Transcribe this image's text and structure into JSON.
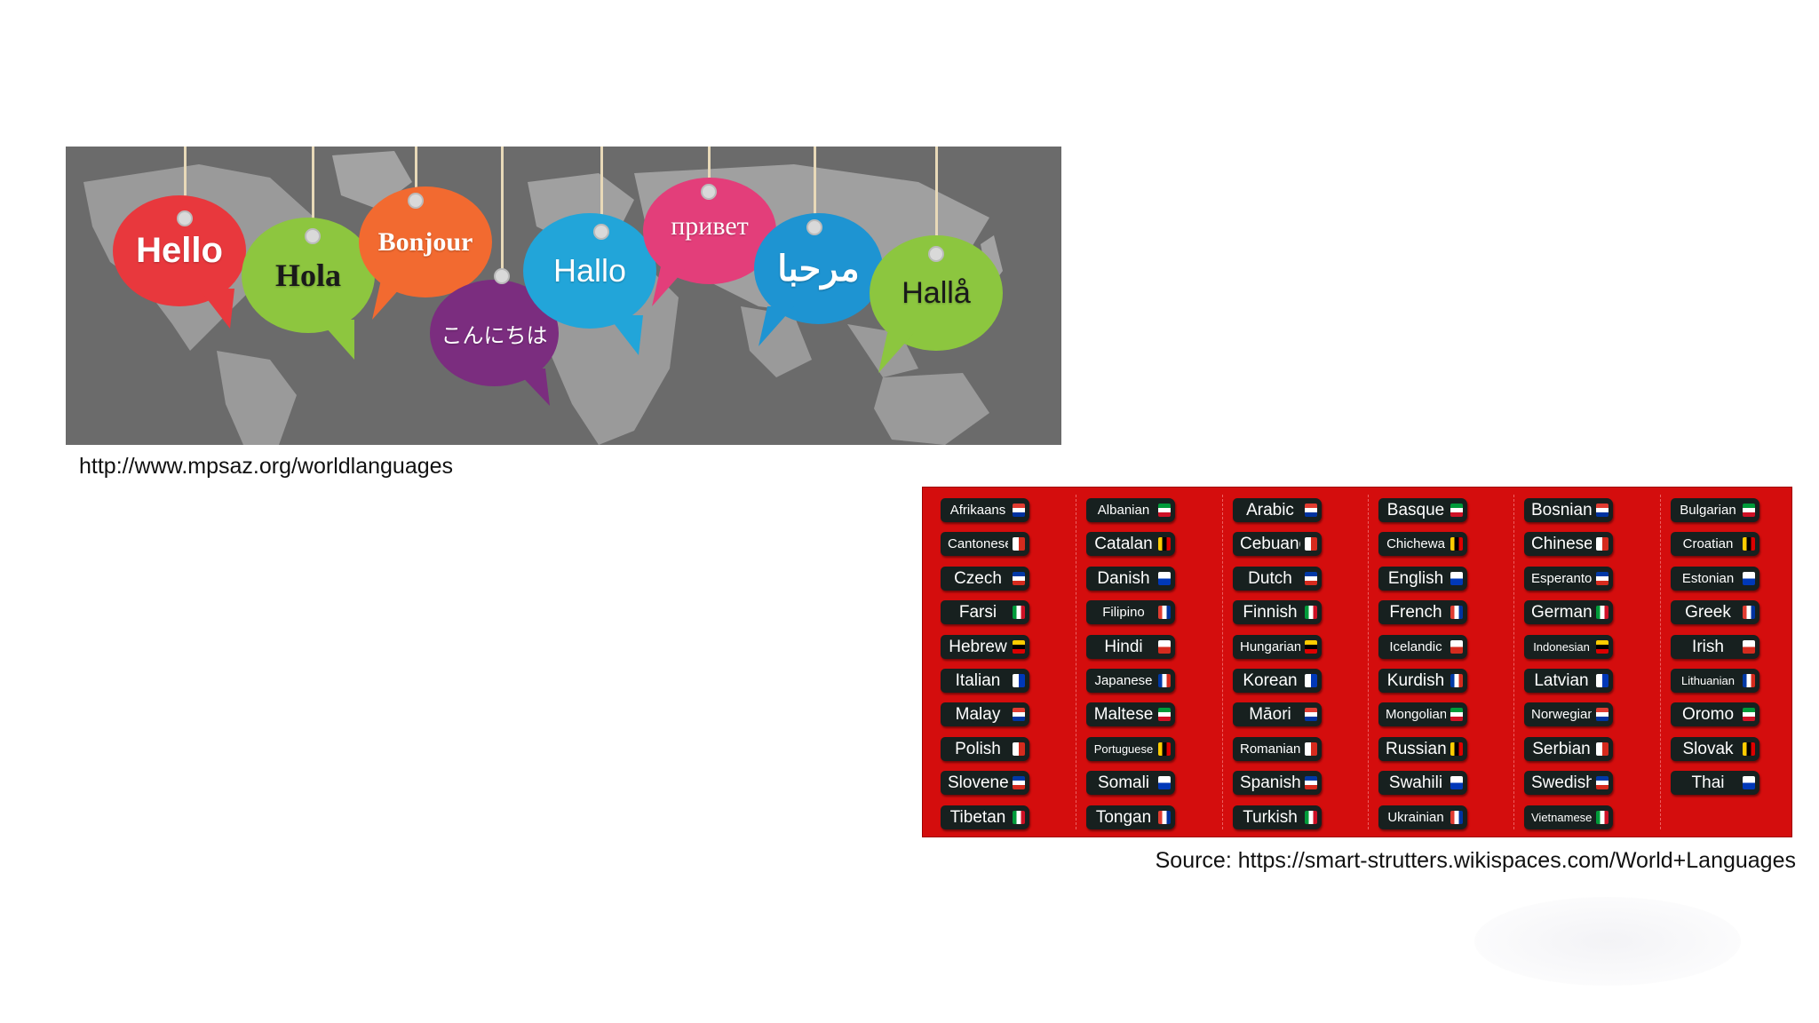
{
  "banner": {
    "bubbles": [
      {
        "text": "Hello",
        "color": "#e8383d"
      },
      {
        "text": "Hola",
        "color": "#8dc63f"
      },
      {
        "text": "Bonjour",
        "color": "#f26a30"
      },
      {
        "text": "こんにちは",
        "color": "#7b2d7f"
      },
      {
        "text": "Hallo",
        "color": "#22a5d9"
      },
      {
        "text": "привет",
        "color": "#e33e7a"
      },
      {
        "text": "مرحبا",
        "color": "#1e94d2"
      },
      {
        "text": "Hallå",
        "color": "#8cc63f"
      }
    ]
  },
  "captions": {
    "banner_source": "http://www.mpsaz.org/worldlanguages",
    "grid_source": "Source: https://smart-strutters.wikispaces.com/World+Languages"
  },
  "languages": {
    "panel_color": "#d40d0d",
    "tag_color": "#17201f",
    "columns": [
      [
        "Afrikaans",
        "Cantonese",
        "Czech",
        "Farsi",
        "Hebrew",
        "Italian",
        "Malay",
        "Polish",
        "Slovene",
        "Tibetan"
      ],
      [
        "Albanian",
        "Catalan",
        "Danish",
        "Filipino",
        "Hindi",
        "Japanese",
        "Maltese",
        "Portuguese",
        "Somali",
        "Tongan"
      ],
      [
        "Arabic",
        "Cebuano",
        "Dutch",
        "Finnish",
        "Hungarian",
        "Korean",
        "Māori",
        "Romanian",
        "Spanish",
        "Turkish"
      ],
      [
        "Basque",
        "Chichewa",
        "English",
        "French",
        "Icelandic",
        "Kurdish",
        "Mongolian",
        "Russian",
        "Swahili",
        "Ukrainian"
      ],
      [
        "Bosnian",
        "Chinese",
        "Esperanto",
        "German",
        "Indonesian",
        "Latvian",
        "Norwegian",
        "Serbian",
        "Swedish",
        "Vietnamese"
      ],
      [
        "Bulgarian",
        "Croatian",
        "Estonian",
        "Greek",
        "Irish",
        "Lithuanian",
        "Oromo",
        "Slovak",
        "Thai"
      ]
    ]
  }
}
